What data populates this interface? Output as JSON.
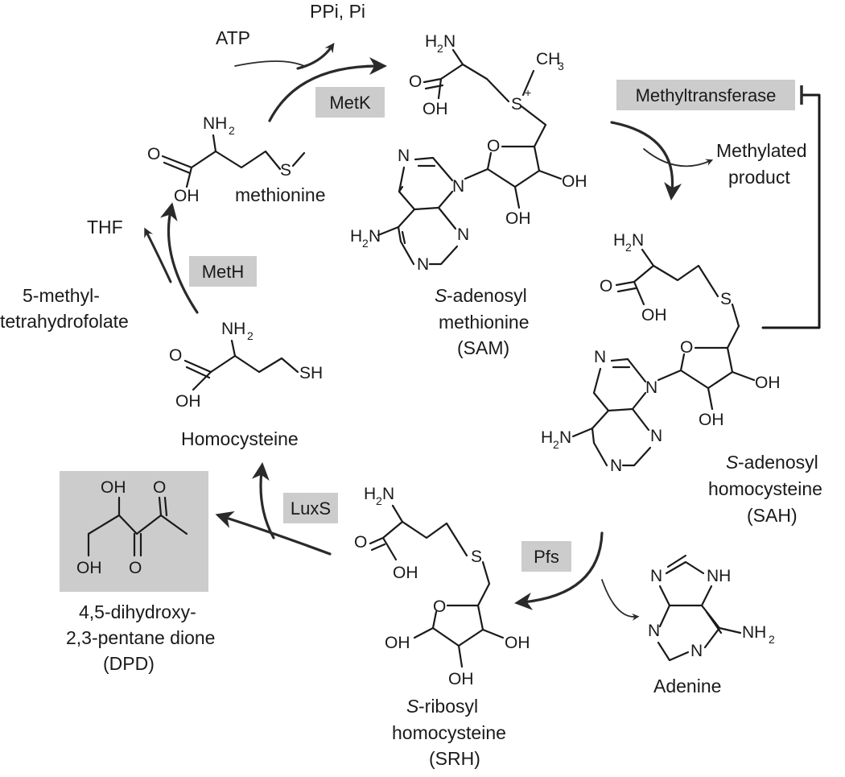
{
  "enzymes": {
    "metk": "MetK",
    "methyltransferase": "Methyltransferase",
    "meth": "MetH",
    "luxs": "LuxS",
    "pfs": "Pfs"
  },
  "labels": {
    "atp": "ATP",
    "ppi_pi": "PPi, Pi",
    "methionine": "methionine",
    "thf": "THF",
    "methylthf_1": "5-methyl-",
    "methylthf_2": "tetrahydrofolate",
    "homocysteine": "Homocysteine",
    "sam_1": "S",
    "sam_1b": "-adenosyl",
    "sam_2": "methionine",
    "sam_3": "(SAM)",
    "methylated_1": "Methylated",
    "methylated_2": "product",
    "sah_1": "S",
    "sah_1b": "-adenosyl",
    "sah_2": "homocysteine",
    "sah_3": "(SAH)",
    "srh_1": "S",
    "srh_1b": "-ribosyl",
    "srh_2": "homocysteine",
    "srh_3": "(SRH)",
    "adenine": "Adenine",
    "dpd_1": "4,5-dihydroxy-",
    "dpd_2": "2,3-pentane dione",
    "dpd_3": "(DPD)"
  },
  "atoms": {
    "nh2": "NH",
    "h2n": "H",
    "two": "2",
    "n_suffix": "N",
    "oh": "OH",
    "o": "O",
    "s": "S",
    "sh": "SH",
    "ch3": "CH",
    "three": "3",
    "plus": "+",
    "n": "N",
    "nh": "NH"
  },
  "colors": {
    "enzyme_box": "#cccccc",
    "dpd_box": "#cccccc",
    "ink": "#1a1a1a"
  }
}
